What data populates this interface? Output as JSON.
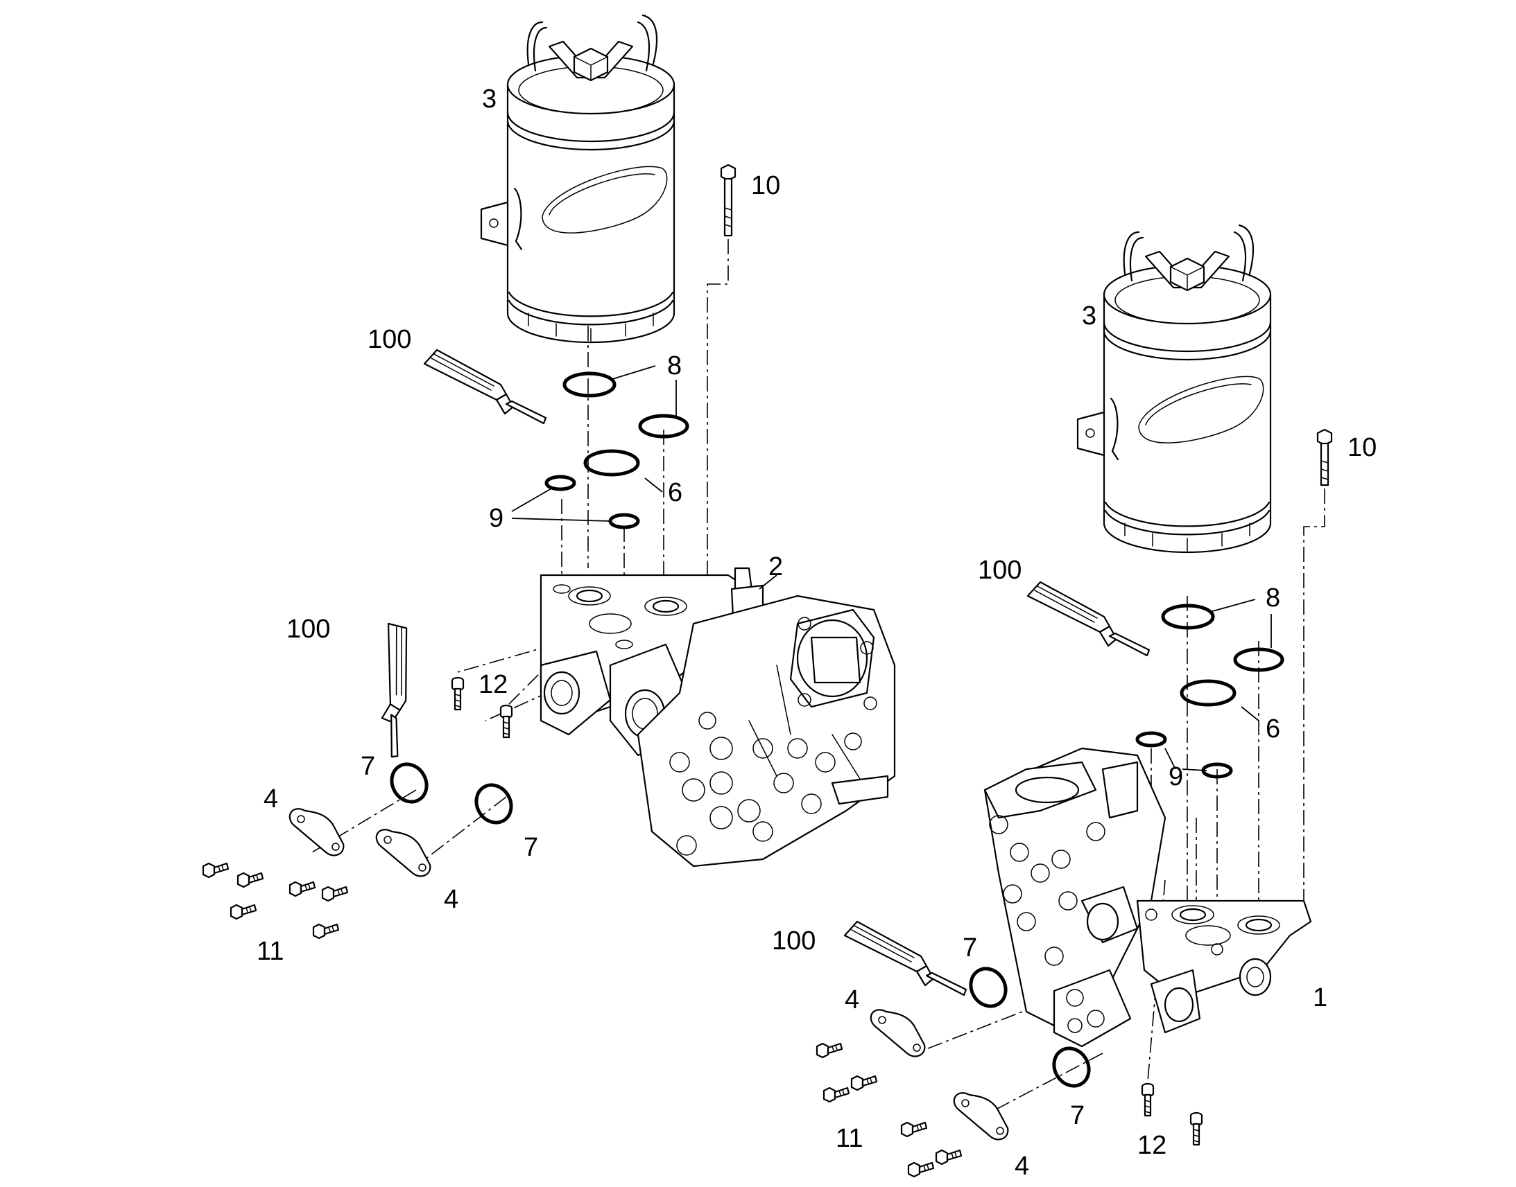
{
  "callouts": {
    "l_filter": "3",
    "l_bolt_top": "10",
    "l_tube_top": "100",
    "l_oring_8": "8",
    "l_oring_6": "6",
    "l_oring_9": "9",
    "l_housing": "2",
    "l_tube_mid": "100",
    "l_screw_12": "12",
    "l_oring_7a": "7",
    "l_oring_7b": "7",
    "l_cover_4a": "4",
    "l_cover_4b": "4",
    "l_bolt_11": "11",
    "r_filter": "3",
    "r_bolt_top": "10",
    "r_tube_top": "100",
    "r_oring_8": "8",
    "r_oring_6": "6",
    "r_oring_9": "9",
    "r_housing": "1",
    "r_tube_low": "100",
    "r_oring_7a": "7",
    "r_oring_7b": "7",
    "r_cover_4a": "4",
    "r_cover_4b": "4",
    "r_bolt_11": "11",
    "r_screw_12": "12"
  }
}
